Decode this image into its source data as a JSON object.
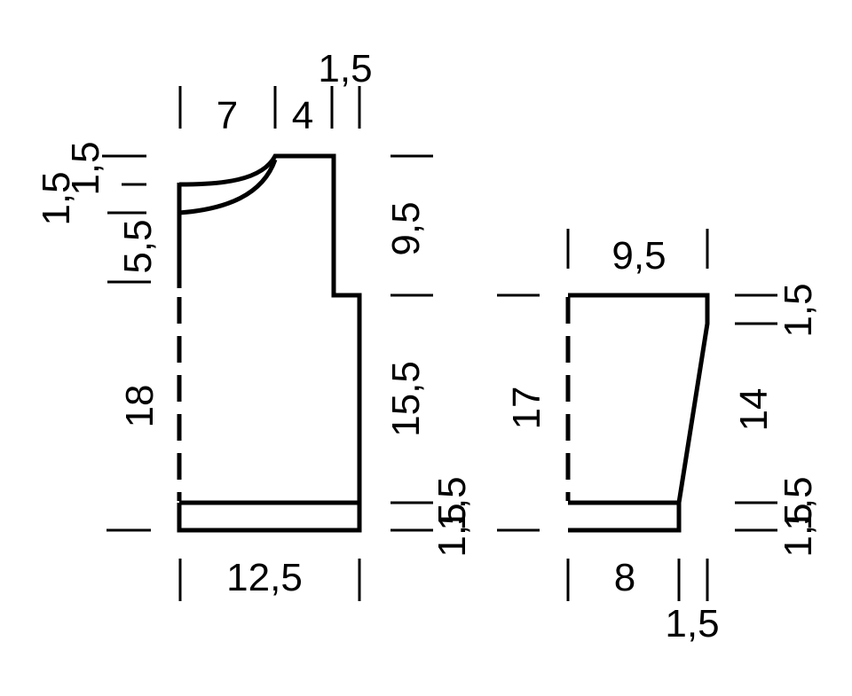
{
  "body_piece": {
    "top_widths": [
      "7",
      "4",
      "1,5"
    ],
    "left_heights": [
      "1,5",
      "1,5",
      "5,5",
      "18"
    ],
    "right_heights": [
      "9,5",
      "15,5",
      "1,5",
      "1,5"
    ],
    "bottom_width": "12,5"
  },
  "sleeve_piece": {
    "top_width": "9,5",
    "left_height": "17",
    "right_heights": [
      "1,5",
      "14",
      "1,5",
      "1,5"
    ],
    "bottom_widths": [
      "8",
      "1,5"
    ]
  }
}
